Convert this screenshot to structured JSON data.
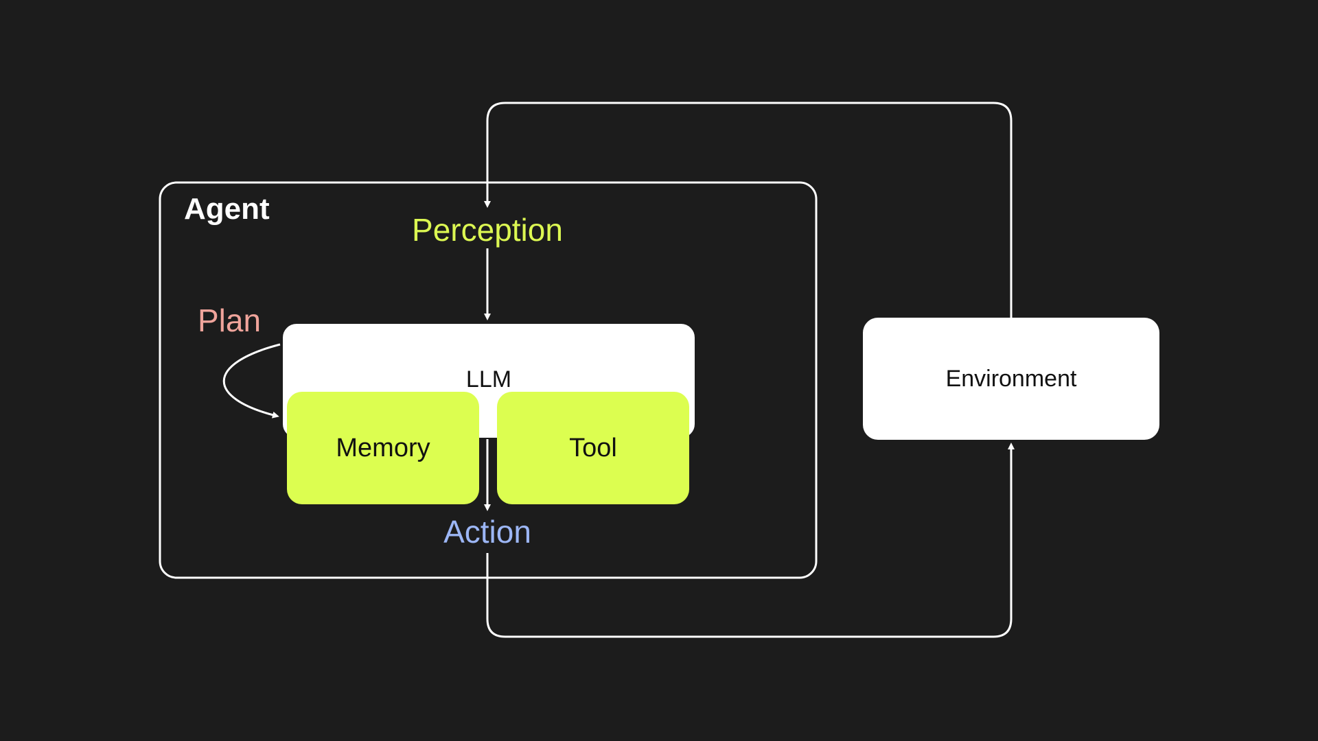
{
  "diagram": {
    "agent_label": "Agent",
    "perception_label": "Perception",
    "plan_label": "Plan",
    "action_label": "Action",
    "llm_label": "LLM",
    "memory_label": "Memory",
    "tool_label": "Tool",
    "environment_label": "Environment"
  },
  "colors": {
    "background": "#1c1c1c",
    "line": "#ffffff",
    "perception": "#dcf752",
    "plan": "#f0a49b",
    "action": "#9cb6f5",
    "component_fill": "#dcfe50",
    "box_fill": "#ffffff"
  }
}
